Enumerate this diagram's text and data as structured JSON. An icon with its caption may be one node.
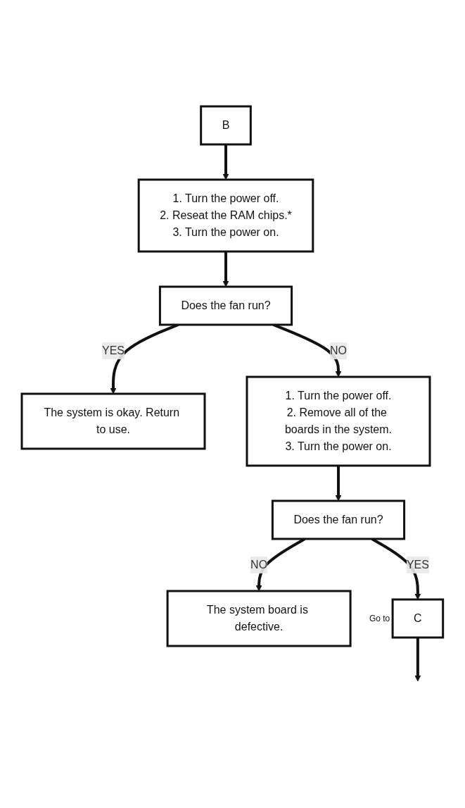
{
  "diagram": {
    "nodes": [
      {
        "text": [
          "B"
        ]
      },
      {
        "text": [
          "1. Turn the power off.",
          "2. Reseat the RAM chips.*",
          "3. Turn the power on."
        ]
      },
      {
        "text": [
          "Does the fan run?"
        ]
      },
      {
        "text": [
          "The system is okay. Return to use."
        ]
      },
      {
        "text": [
          "1. Turn the power off.",
          "2. Remove all of the boards in the system.",
          "3. Turn the power on."
        ]
      },
      {
        "text": [
          "Does the fan run?"
        ]
      },
      {
        "text": [
          "The system board is defective."
        ]
      },
      {
        "text": [
          "C"
        ],
        "beside": [
          "Go to"
        ]
      }
    ],
    "edges": [
      {
        "from": 0,
        "to": 1,
        "arrow": "to"
      },
      {
        "from": 1,
        "to": 2,
        "arrow": "to"
      },
      {
        "from": 2,
        "to": 3,
        "arrow": "to",
        "label": "YES"
      },
      {
        "from": 2,
        "to": 4,
        "arrow": "to",
        "label": "NO"
      },
      {
        "from": 4,
        "to": 5,
        "arrow": "to"
      },
      {
        "from": 5,
        "to": 6,
        "arrow": "to",
        "label": "NO"
      },
      {
        "from": 5,
        "to": 7,
        "arrow": "to",
        "label": "YES"
      },
      {
        "from": 7,
        "to": null,
        "arrow": "to"
      }
    ]
  }
}
